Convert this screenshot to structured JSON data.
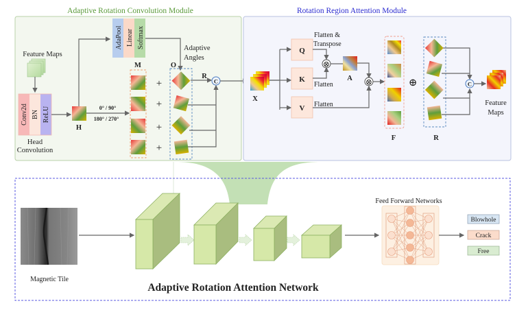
{
  "figure": {
    "title": "Adaptive Rotation Attention Network"
  },
  "arc_module": {
    "title": "Adaptive Rotation Convolution Module",
    "title_color": "#5a9a3a",
    "bg": "#f3f7ef",
    "border": "#b8d1a8",
    "feature_maps_label": "Feature Maps",
    "head_conv_layers": [
      {
        "label": "Conv2d",
        "color": "#f7b8b8"
      },
      {
        "label": "BN",
        "color": "#fce6dc"
      },
      {
        "label": "ReLU",
        "color": "#b9b3f0"
      }
    ],
    "head_conv_label_1": "Head",
    "head_conv_label_2": "Convolution",
    "h_label": "H",
    "angle_label_1": "0° / 90°",
    "angle_label_2": "180° / 270°",
    "pool_layers": [
      {
        "label": "AdaPool",
        "color": "#b7cdee"
      },
      {
        "label": "Linear",
        "color": "#fbd9c8"
      },
      {
        "label": "Softmax",
        "color": "#b6dba8"
      }
    ],
    "adaptive_angles_1": "Adaptive",
    "adaptive_angles_2": "Angles",
    "m_label": "M",
    "o_label": "O",
    "r_label": "R",
    "plus": "+",
    "concat": "C"
  },
  "rra_module": {
    "title": "Rotation Region Attention Module",
    "title_color": "#2a2ad0",
    "bg": "#f4f5fc",
    "border": "#b9c2e0",
    "x_label": "X",
    "q_label": "Q",
    "k_label": "K",
    "v_label": "V",
    "flatten_transpose_1": "Flatten &",
    "flatten_transpose_2": "Transpose",
    "flatten_k": "Flatten",
    "flatten_v": "Flatten",
    "a_label": "A",
    "f_label": "F",
    "r_label": "R",
    "otimes": "⊗",
    "oplus": "⊕",
    "concat": "C",
    "feature_maps_1": "Feature",
    "feature_maps_2": "Maps"
  },
  "network": {
    "border_color": "#5a5ae0",
    "input_label": "Magnetic Tile",
    "ffn_label": "Feed Forward Networks",
    "classes": [
      {
        "label": "Blowhole",
        "color": "#d8e6f3"
      },
      {
        "label": "Crack",
        "color": "#fbdccb"
      },
      {
        "label": "Free",
        "color": "#d9ecd1"
      }
    ]
  }
}
